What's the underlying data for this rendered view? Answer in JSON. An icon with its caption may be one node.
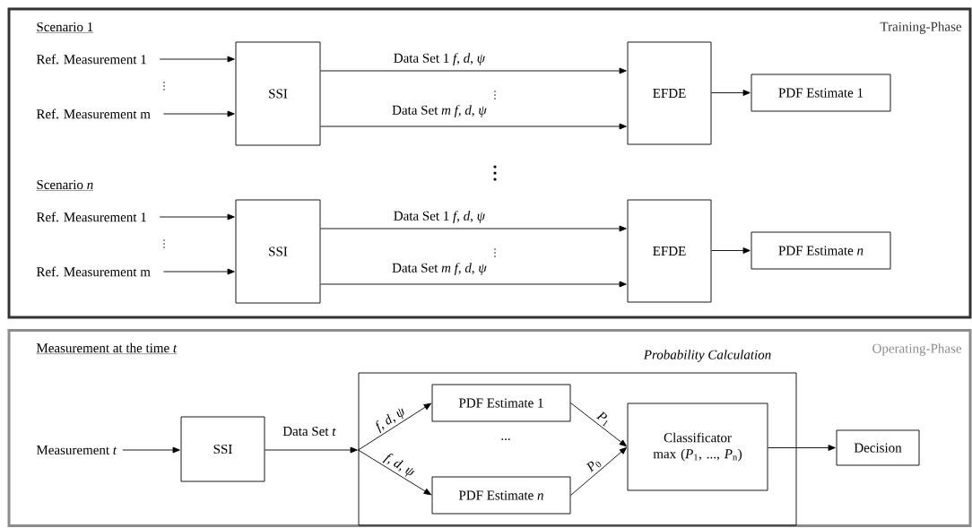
{
  "diagram": {
    "nodes": [
      {
        "text": [
          "Training-Phase"
        ]
      },
      {
        "text": [
          "Ref. Measurement 1"
        ],
        "in": 0
      },
      {
        "text": [
          "Ref. Measurement m"
        ],
        "in": 0
      },
      {
        "text": [
          "SSI"
        ],
        "in": 0
      },
      {
        "text": [
          "EFDE"
        ],
        "in": 0
      },
      {
        "text": [
          "PDF Estimate 1"
        ],
        "in": 0
      },
      {
        "text": [
          "Ref. Measurement 1"
        ],
        "in": 0
      },
      {
        "text": [
          "Ref. Measurement m"
        ],
        "in": 0
      },
      {
        "text": [
          "SSI"
        ],
        "in": 0
      },
      {
        "text": [
          "EFDE"
        ],
        "in": 0
      },
      {
        "text": [
          "PDF Estimate *n*"
        ],
        "in": 0
      },
      {
        "text": [
          "Operating-Phase"
        ]
      },
      {
        "text": [
          "Measurement *t*"
        ],
        "in": 11
      },
      {
        "text": [
          "SSI"
        ],
        "in": 11
      },
      {
        "text": [
          "Probability Calculation"
        ],
        "in": 11
      },
      {
        "text": [
          "PDF Estimate 1"
        ],
        "in": 14
      },
      {
        "text": [
          "PDF Estimate *n*"
        ],
        "in": 14
      },
      {
        "text": [
          "Classificator max (*P*$_{1}$, ..., *P*$_{n}$)"
        ],
        "in": 14
      },
      {
        "text": [
          "Decision"
        ],
        "in": 11
      }
    ],
    "edges": [
      {
        "from": 1,
        "to": 3,
        "arrow": "to"
      },
      {
        "from": 2,
        "to": 3,
        "arrow": "to"
      },
      {
        "from": 3,
        "to": 4,
        "arrow": "to",
        "label": "Data Set 1 *f, d, ψ*"
      },
      {
        "from": 3,
        "to": 4,
        "arrow": "to",
        "label": "Data Set *m f, d, ψ*"
      },
      {
        "from": 4,
        "to": 5,
        "arrow": "to"
      },
      {
        "from": 6,
        "to": 8,
        "arrow": "to"
      },
      {
        "from": 7,
        "to": 8,
        "arrow": "to"
      },
      {
        "from": 8,
        "to": 9,
        "arrow": "to",
        "label": "Data Set 1 *f, d, ψ*"
      },
      {
        "from": 8,
        "to": 9,
        "arrow": "to",
        "label": "Data Set *m f, d, ψ*"
      },
      {
        "from": 9,
        "to": 10,
        "arrow": "to"
      },
      {
        "from": 12,
        "to": 13,
        "arrow": "to"
      },
      {
        "from": 13,
        "to": 14,
        "arrow": "to",
        "label": "Data Set *t*"
      },
      {
        "from": 14,
        "to": 15,
        "arrow": "to",
        "label": "*f, d, ψ*"
      },
      {
        "from": 14,
        "to": 16,
        "arrow": "to",
        "label": "*f, d, ψ*"
      },
      {
        "from": 15,
        "to": 17,
        "arrow": "to",
        "label": "*P*$_{1}$"
      },
      {
        "from": 16,
        "to": 17,
        "arrow": "to",
        "label": "*P*$_{0}$"
      },
      {
        "from": 17,
        "to": 18,
        "arrow": "to"
      }
    ],
    "labels": [
      "Scenario 1",
      "Scenario *n*",
      "Measurement at the time *t*",
      "..."
    ]
  }
}
